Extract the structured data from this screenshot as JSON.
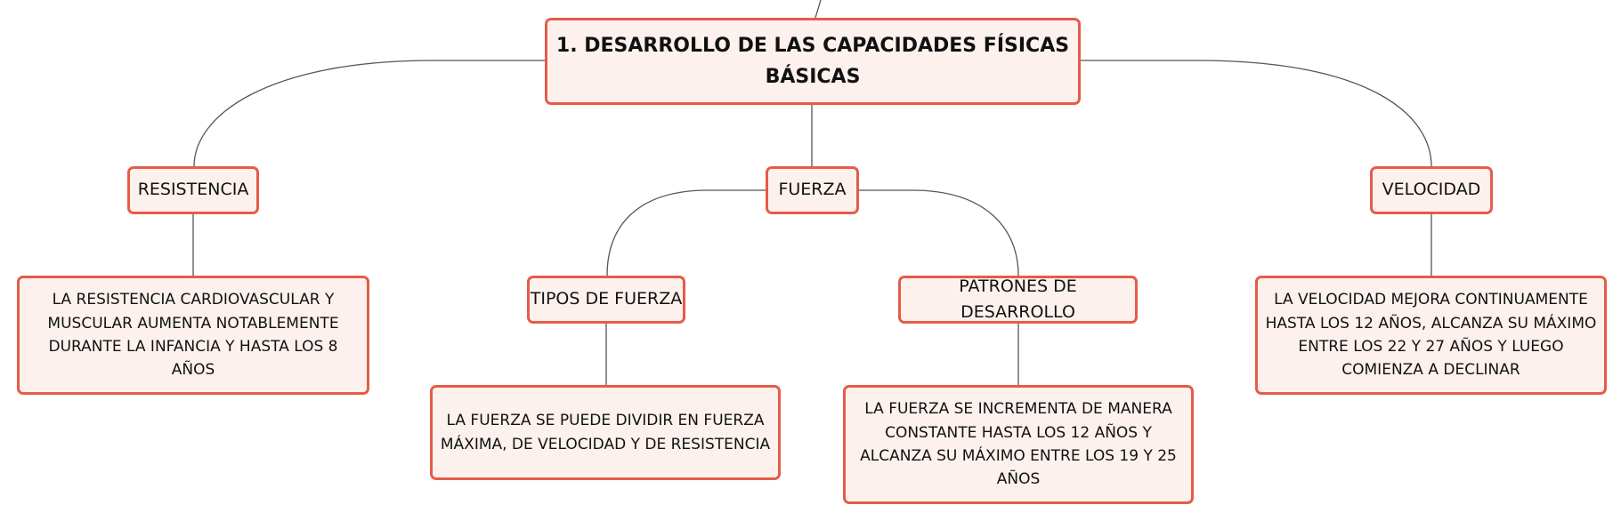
{
  "map": {
    "root": "1. DESARROLLO DE LAS CAPACIDADES FÍSICAS BÁSICAS",
    "resistencia": {
      "title": "RESISTENCIA",
      "detail": "LA RESISTENCIA CARDIOVASCULAR Y MUSCULAR AUMENTA NOTABLEMENTE DURANTE LA INFANCIA Y HASTA LOS 8 AÑOS"
    },
    "fuerza": {
      "title": "FUERZA",
      "tipos": {
        "title": "TIPOS DE FUERZA",
        "detail": "LA FUERZA SE PUEDE DIVIDIR EN FUERZA MÁXIMA, DE VELOCIDAD Y DE RESISTENCIA"
      },
      "patrones": {
        "title": "PATRONES DE DESARROLLO",
        "detail": "LA FUERZA SE INCREMENTA DE MANERA CONSTANTE HASTA LOS 12 AÑOS Y ALCANZA SU MÁXIMO ENTRE LOS 19 Y 25 AÑOS"
      }
    },
    "velocidad": {
      "title": "VELOCIDAD",
      "detail": "LA VELOCIDAD MEJORA CONTINUAMENTE HASTA LOS 12 AÑOS, ALCANZA SU MÁXIMO ENTRE LOS 22 Y 27 AÑOS Y LUEGO COMIENZA A DECLINAR"
    }
  },
  "colors": {
    "node_fill": "#fdf1ee",
    "node_border": "#e55c48",
    "connector": "#555555"
  }
}
